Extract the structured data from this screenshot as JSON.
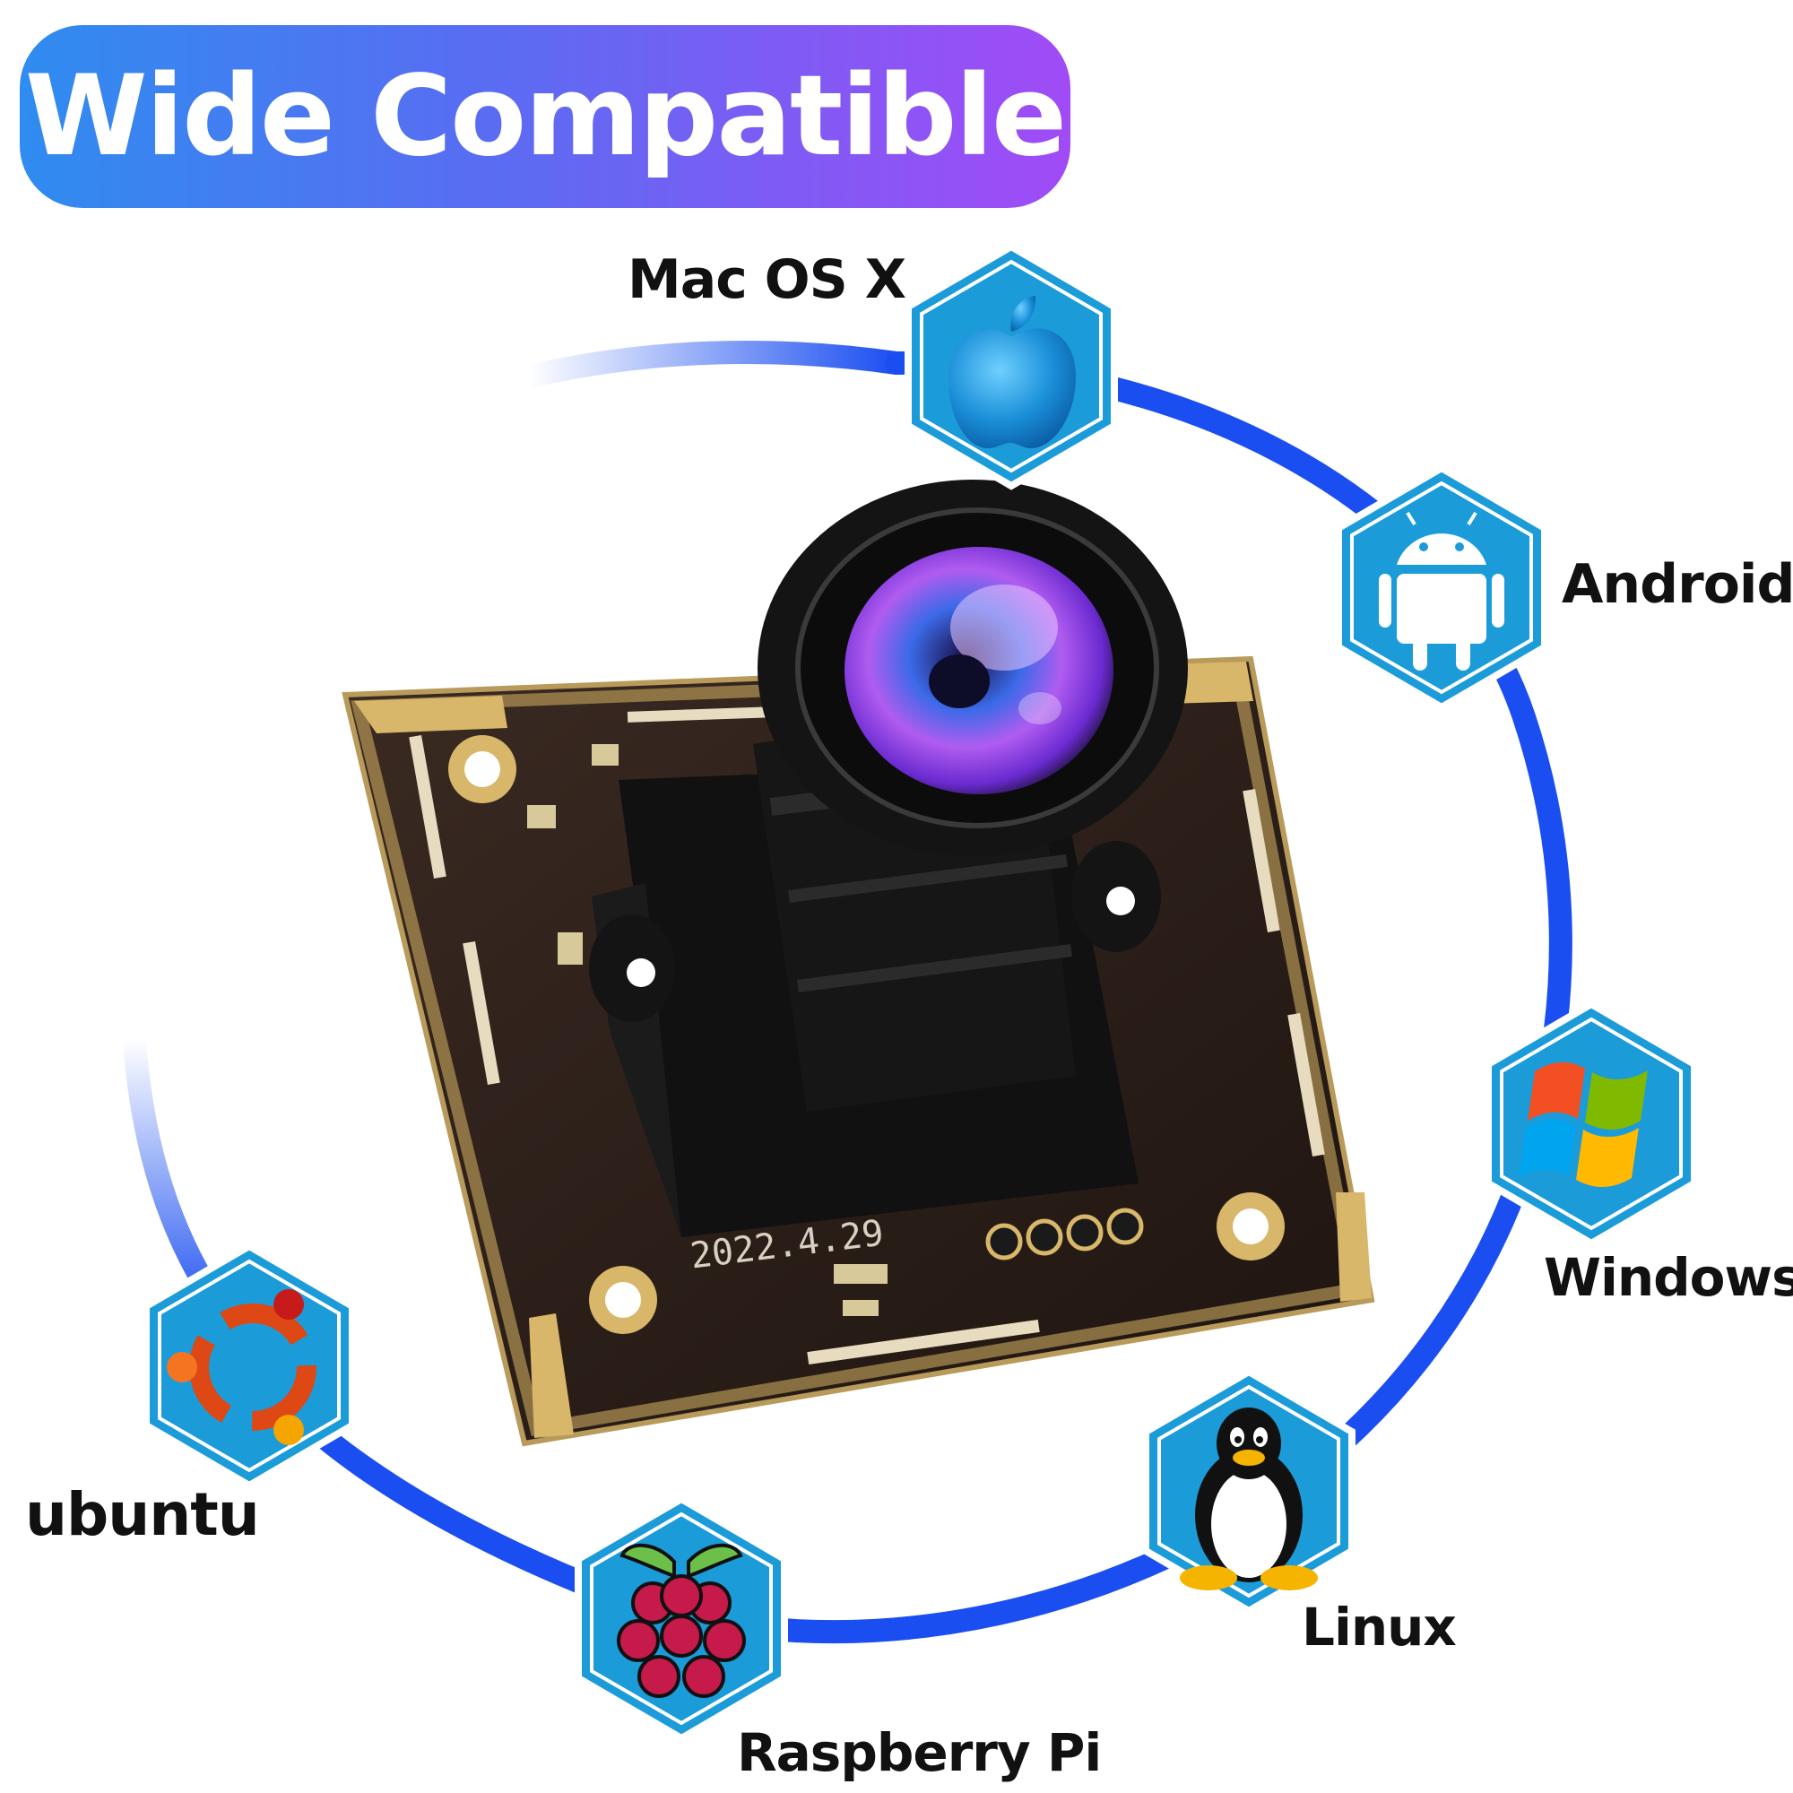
{
  "title": "Wide Compatible",
  "board_date": "2022.4.29",
  "colors": {
    "title_gradient": [
      "#2f8cf0",
      "#5a6cf2",
      "#a14bf6"
    ],
    "ring": "#1a4ef0",
    "hexagon": "#1c9bd9"
  },
  "platforms": [
    {
      "label": "Mac OS X",
      "icon": "apple-icon"
    },
    {
      "label": "Android",
      "icon": "android-icon"
    },
    {
      "label": "Windows",
      "icon": "windows-icon"
    },
    {
      "label": "Linux",
      "icon": "linux-penguin-icon"
    },
    {
      "label": "Raspberry Pi",
      "icon": "raspberry-pi-icon"
    },
    {
      "label": "ubuntu",
      "icon": "ubuntu-icon"
    }
  ]
}
